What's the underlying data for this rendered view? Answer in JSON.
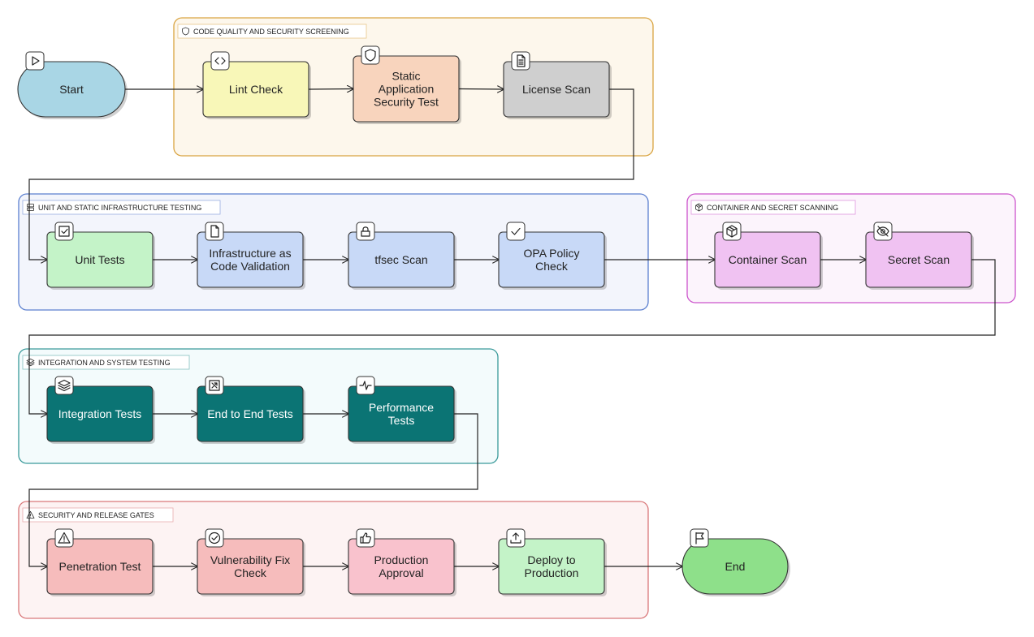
{
  "groups": [
    {
      "id": "g1",
      "label": "CODE QUALITY AND SECURITY SCREENING",
      "icon": "shield-icon",
      "fill": "#fdf7ec",
      "stroke": "#d9a441"
    },
    {
      "id": "g2",
      "label": "UNIT AND STATIC INFRASTRUCTURE TESTING",
      "icon": "server-icon",
      "fill": "#f3f5fc",
      "stroke": "#5b7fcf"
    },
    {
      "id": "g3",
      "label": "CONTAINER AND SECRET SCANNING",
      "icon": "package-icon",
      "fill": "#fcf4fc",
      "stroke": "#cc55cc"
    },
    {
      "id": "g4",
      "label": "INTEGRATION AND SYSTEM TESTING",
      "icon": "layers-icon",
      "fill": "#f3fbfc",
      "stroke": "#3a9a9a"
    },
    {
      "id": "g5",
      "label": "SECURITY AND RELEASE GATES",
      "icon": "alert-triangle-icon",
      "fill": "#fdf3f3",
      "stroke": "#d9787a"
    }
  ],
  "nodes": {
    "start": {
      "label": "Start",
      "icon": "play-icon",
      "fill": "#a9d6e5"
    },
    "lint": {
      "label": "Lint Check",
      "icon": "code-icon",
      "fill": "#f8f7b8"
    },
    "sast": {
      "label": "Static\nApplication\nSecurity Test",
      "icon": "shield-icon",
      "fill": "#f8d4bd"
    },
    "license": {
      "label": "License Scan",
      "icon": "file-text-icon",
      "fill": "#cfcfcf"
    },
    "unit": {
      "label": "Unit Tests",
      "icon": "check-square-icon",
      "fill": "#c4f3c8"
    },
    "iac": {
      "label": "Infrastructure as\nCode Validation",
      "icon": "file-icon",
      "fill": "#c8d9f7"
    },
    "tfsec": {
      "label": "tfsec Scan",
      "icon": "lock-icon",
      "fill": "#c8d9f7"
    },
    "opa": {
      "label": "OPA Policy\nCheck",
      "icon": "check-icon",
      "fill": "#c8d9f7"
    },
    "container": {
      "label": "Container Scan",
      "icon": "package-icon",
      "fill": "#f0c2f2"
    },
    "secret": {
      "label": "Secret Scan",
      "icon": "eye-off-icon",
      "fill": "#f0c2f2"
    },
    "integration": {
      "label": "Integration Tests",
      "icon": "layers-icon",
      "fill": "#0b7474"
    },
    "e2e": {
      "label": "End to End Tests",
      "icon": "shuffle-icon",
      "fill": "#0b7474"
    },
    "perf": {
      "label": "Performance\nTests",
      "icon": "activity-icon",
      "fill": "#0b7474"
    },
    "pentest": {
      "label": "Penetration Test",
      "icon": "alert-triangle-icon",
      "fill": "#f6bcbc"
    },
    "vulnfix": {
      "label": "Vulnerability Fix\nCheck",
      "icon": "check-circle-icon",
      "fill": "#f6bcbc"
    },
    "approval": {
      "label": "Production\nApproval",
      "icon": "thumbs-up-icon",
      "fill": "#f9c2cd"
    },
    "deploy": {
      "label": "Deploy to\nProduction",
      "icon": "upload-icon",
      "fill": "#c4f3c8"
    },
    "end": {
      "label": "End",
      "icon": "flag-icon",
      "fill": "#8ee08a"
    }
  },
  "edges": [
    [
      "start",
      "lint"
    ],
    [
      "lint",
      "sast"
    ],
    [
      "sast",
      "license"
    ],
    [
      "license",
      "unit"
    ],
    [
      "unit",
      "iac"
    ],
    [
      "iac",
      "tfsec"
    ],
    [
      "tfsec",
      "opa"
    ],
    [
      "opa",
      "container"
    ],
    [
      "container",
      "secret"
    ],
    [
      "secret",
      "integration"
    ],
    [
      "integration",
      "e2e"
    ],
    [
      "e2e",
      "perf"
    ],
    [
      "perf",
      "pentest"
    ],
    [
      "pentest",
      "vulnfix"
    ],
    [
      "vulnfix",
      "approval"
    ],
    [
      "approval",
      "deploy"
    ],
    [
      "deploy",
      "end"
    ]
  ]
}
